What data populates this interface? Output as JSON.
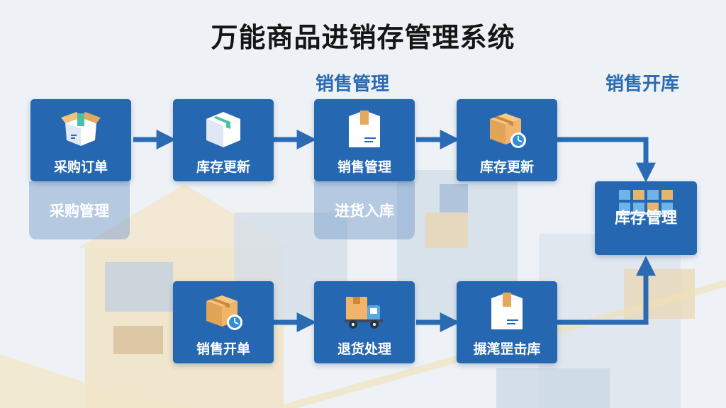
{
  "title": "万能商品进销存管理系统",
  "section_labels": [
    "销售管理",
    "销售开库"
  ],
  "top_row": [
    {
      "label": "采购订单",
      "icon": "open-box-icon"
    },
    {
      "label": "库存更新",
      "icon": "box-icon"
    },
    {
      "label": "销售管理",
      "icon": "document-box-icon"
    },
    {
      "label": "库存更新",
      "icon": "box-clock-icon"
    }
  ],
  "sub_labels": [
    "采购管理",
    "进货入库"
  ],
  "hub": {
    "label": "库存管理",
    "icon": "shelf-icon"
  },
  "bottom_row": [
    {
      "label": "销售开单",
      "icon": "box-clock-icon"
    },
    {
      "label": "退货处理",
      "icon": "delivery-truck-icon"
    },
    {
      "label": "搌滗罡击库",
      "icon": "document-box-icon"
    }
  ],
  "colors": {
    "node": "#2567b0",
    "arrow": "#2a6bb3",
    "title": "#161616"
  }
}
